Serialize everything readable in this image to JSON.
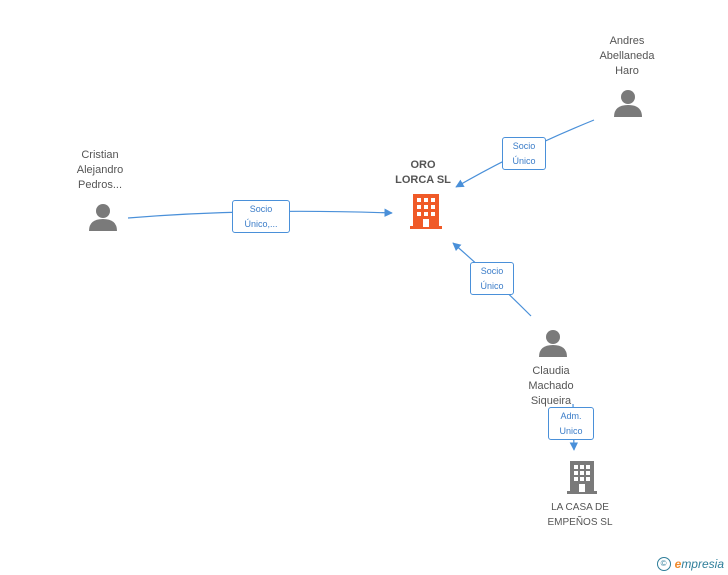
{
  "nodes": {
    "main": {
      "label": "ORO\nLORCA SL",
      "color": "#f05a28",
      "kind": "company"
    },
    "andres": {
      "label": "Andres\nAbellaneda\nHaro",
      "kind": "person"
    },
    "cristian": {
      "label": "Cristian\nAlejandro\nPedros...",
      "kind": "person"
    },
    "claudia": {
      "label": "Claudia\nMachado\nSiqueira",
      "kind": "person"
    },
    "casa": {
      "label": "LA CASA DE\nEMPEÑOS SL",
      "kind": "company"
    }
  },
  "relations": {
    "andres_main": "Socio\nÚnico",
    "cristian_main": "Socio\nÚnico,...",
    "claudia_main": "Socio\nÚnico",
    "claudia_casa": "Adm.\nUnico"
  },
  "colors": {
    "edge": "#4a90d9",
    "person": "#7a7a7a",
    "company": "#7a7a7a",
    "main_company": "#f05a28"
  },
  "brand": {
    "copyright": "©",
    "initial": "e",
    "name": "mpresia"
  }
}
